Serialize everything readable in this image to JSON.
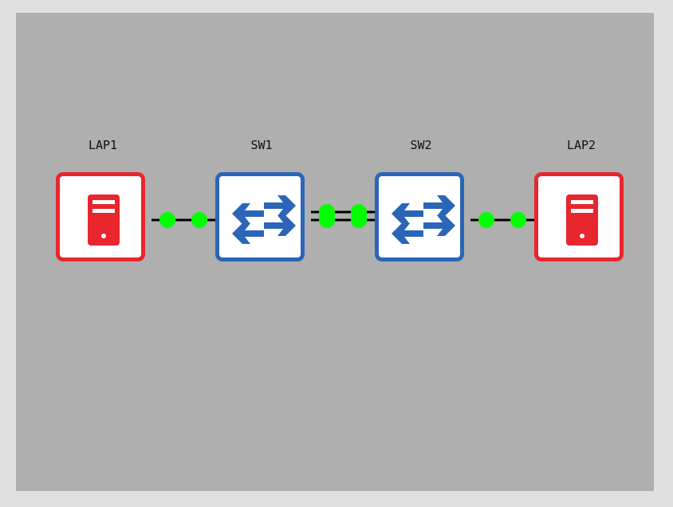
{
  "topology": {
    "nodes": [
      {
        "id": "LAP1",
        "label": "LAP1",
        "kind": "host",
        "icon": "server-icon"
      },
      {
        "id": "SW1",
        "label": "SW1",
        "kind": "switch",
        "icon": "switch-arrows-icon"
      },
      {
        "id": "SW2",
        "label": "SW2",
        "kind": "switch",
        "icon": "switch-arrows-icon"
      },
      {
        "id": "LAP2",
        "label": "LAP2",
        "kind": "host",
        "icon": "server-icon"
      }
    ],
    "links": [
      {
        "from": "LAP1",
        "to": "SW1",
        "lines": 1,
        "status": "up"
      },
      {
        "from": "SW1",
        "to": "SW2",
        "lines": 2,
        "status": "up"
      },
      {
        "from": "SW2",
        "to": "LAP2",
        "lines": 1,
        "status": "up"
      }
    ]
  },
  "colors": {
    "host": "#e8262e",
    "switch": "#2a65b8",
    "link": "#000000",
    "port_up": "#00ff00",
    "canvas": "#afafaf"
  }
}
